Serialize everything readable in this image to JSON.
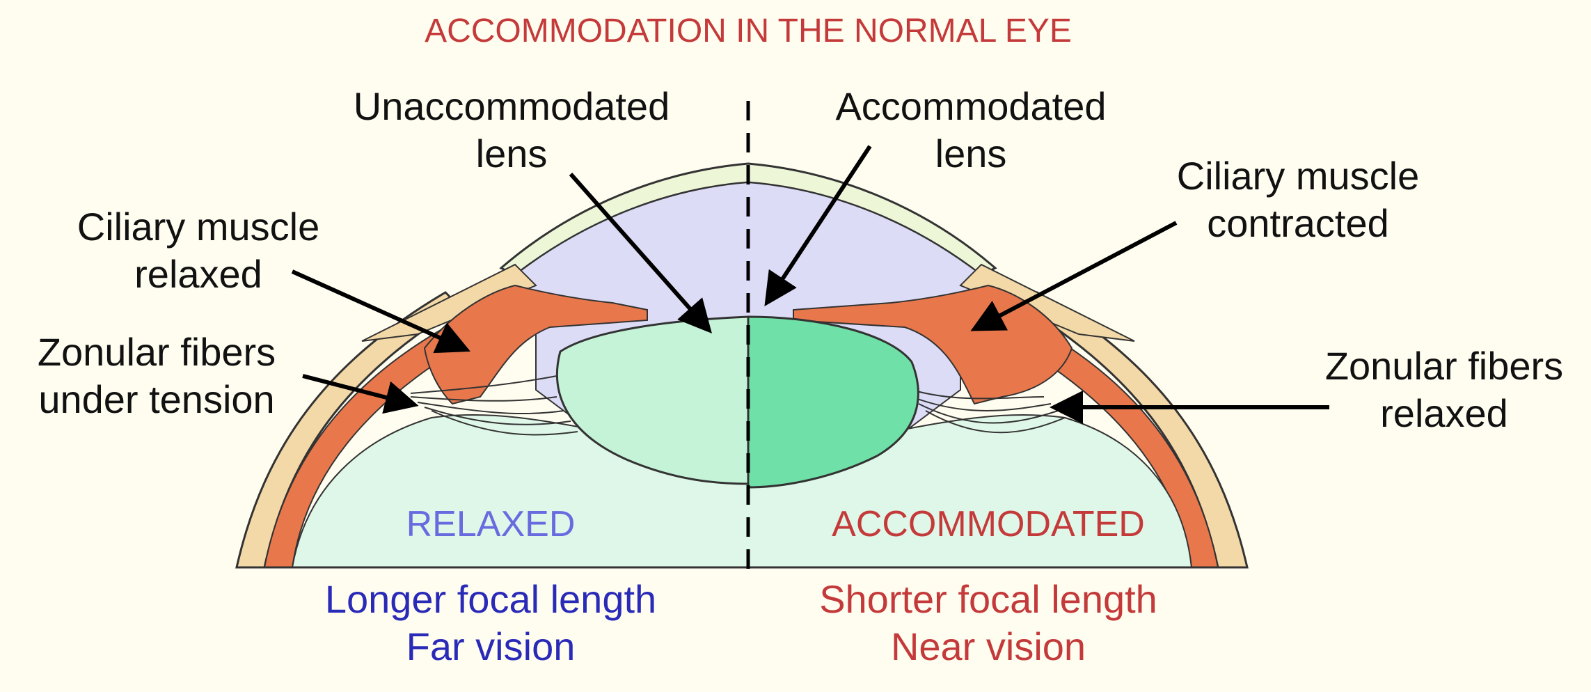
{
  "title": "ACCOMMODATION IN THE NORMAL EYE",
  "labels": {
    "unaccommodated_lens": [
      "Unaccommodated",
      "lens"
    ],
    "accommodated_lens": [
      "Accommodated",
      "lens"
    ],
    "ciliary_relaxed": [
      "Ciliary muscle",
      "relaxed"
    ],
    "ciliary_contracted": [
      "Ciliary muscle",
      "contracted"
    ],
    "zonular_tension": [
      "Zonular fibers",
      "under tension"
    ],
    "zonular_relaxed": [
      "Zonular fibers",
      "relaxed"
    ]
  },
  "states": {
    "left": "RELAXED",
    "right": "ACCOMMODATED"
  },
  "captions": {
    "left": [
      "Longer focal length",
      "Far vision"
    ],
    "right": [
      "Shorter focal length",
      "Near vision"
    ]
  },
  "colors": {
    "background": "#fffdf0",
    "title": "#c43a3a",
    "relaxed_text": "#2a2ab8",
    "accommodated_text": "#c43a3a",
    "sclera": "#f4d9a8",
    "ciliary_muscle": "#e8784c",
    "aqueous": "#dcdcf6",
    "lens_relaxed": "#c4f3d8",
    "lens_accommodated": "#6fe0a7",
    "vitreous": "#dff7e8",
    "cornea": "#eef6d8"
  }
}
